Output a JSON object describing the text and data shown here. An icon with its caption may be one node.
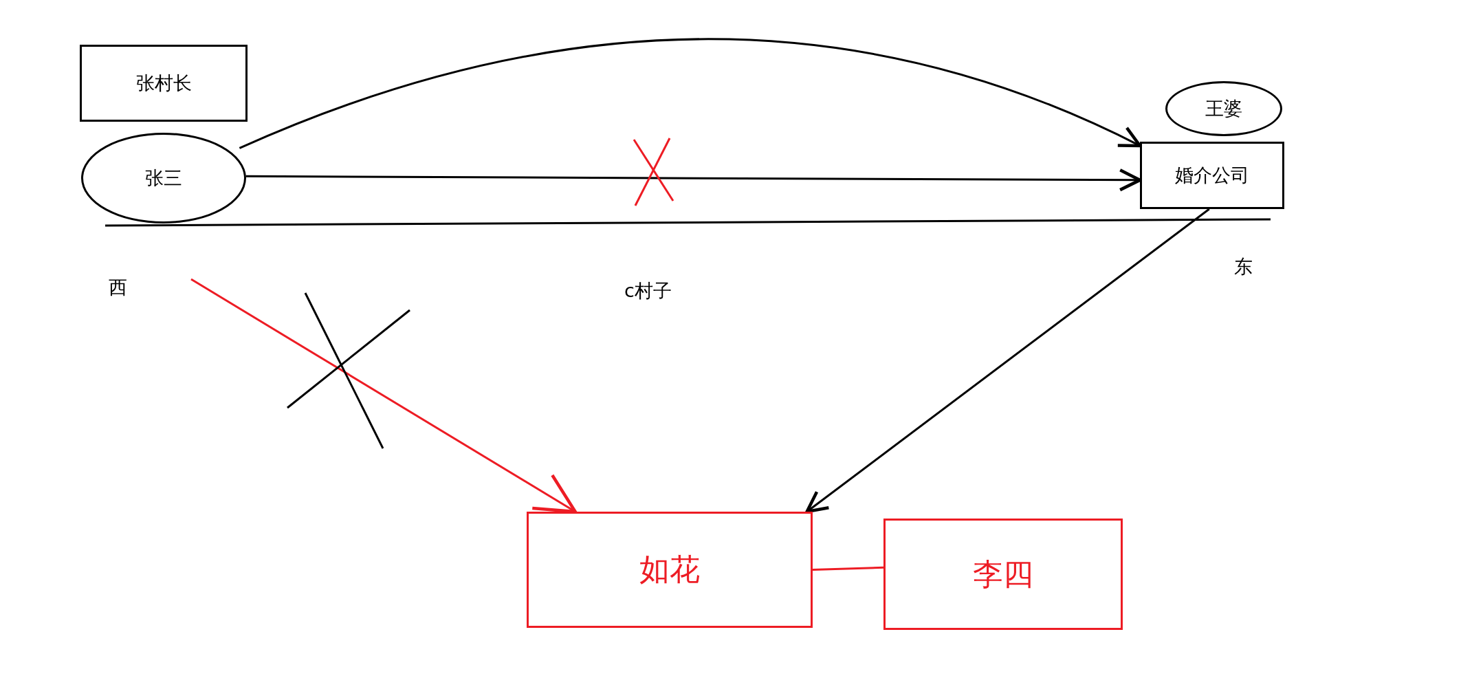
{
  "diagram": {
    "nodes": [
      {
        "text": [
          "张村长"
        ]
      },
      {
        "text": [
          "张三"
        ]
      },
      {
        "text": [
          "王婆"
        ]
      },
      {
        "text": [
          "婚介公司"
        ]
      },
      {
        "text": [
          "如花"
        ]
      },
      {
        "text": [
          "李四"
        ]
      }
    ],
    "edges": [
      {
        "from": 1,
        "to": 3,
        "arrow": "to"
      },
      {
        "from": 1,
        "to": 3,
        "arrow": "to"
      },
      {
        "from": 3,
        "to": 4,
        "arrow": "to"
      },
      {
        "from": null,
        "to": 4,
        "arrow": "to",
        "color": "#ed1c24"
      },
      {
        "from": 4,
        "to": 5,
        "arrow": "none",
        "color": "#ed1c24"
      }
    ],
    "labels": [
      "西",
      "c村子",
      "东"
    ]
  }
}
